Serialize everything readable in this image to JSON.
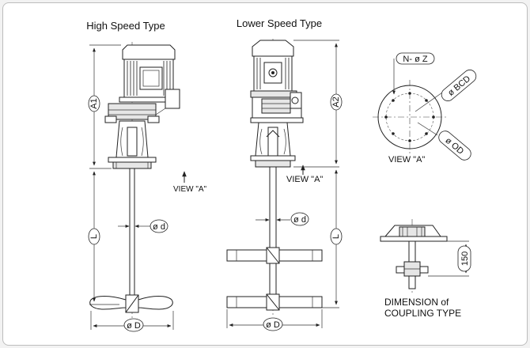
{
  "titles": {
    "high_speed": "High Speed Type",
    "lower_speed": "Lower Speed Type"
  },
  "labels": {
    "view_a_high": "VIEW \"A\"",
    "view_a_lower": "VIEW \"A\"",
    "view_a_flange": "VIEW \"A\"",
    "dimension_line1": "DIMENSION  of",
    "dimension_line2": "COUPLING TYPE"
  },
  "dimensions": {
    "a1": "A1",
    "a2": "A2",
    "l_high": "L",
    "l_lower": "L",
    "shaft_dia_high": "ø d",
    "shaft_dia_lower": "ø d",
    "impeller_dia_high": "ø D",
    "impeller_dia_lower": "ø D",
    "bolt_holes": "N- ø Z",
    "bolt_circle": "ø BCD",
    "outer_dia": "ø OD",
    "coupling_length": "150"
  },
  "colors": {
    "line": "#222222",
    "background": "#ffffff",
    "border": "#bdbdbd"
  }
}
